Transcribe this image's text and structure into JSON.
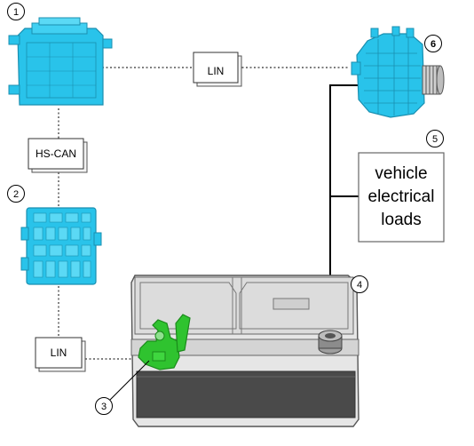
{
  "callouts": {
    "c1": "1",
    "c2": "2",
    "c3": "3",
    "c4": "4",
    "c5": "5",
    "c6": "6"
  },
  "connections": {
    "lin_top": "LIN",
    "hs_can": "HS-CAN",
    "lin_bottom": "LIN"
  },
  "loads": {
    "line1": "vehicle",
    "line2": "electrical",
    "line3": "loads"
  },
  "colors": {
    "module_blue": "#29c3ea",
    "module_outline": "#1a8fb0",
    "sensor_green": "#2fc32f",
    "battery_gray": "#d9d9d9"
  }
}
